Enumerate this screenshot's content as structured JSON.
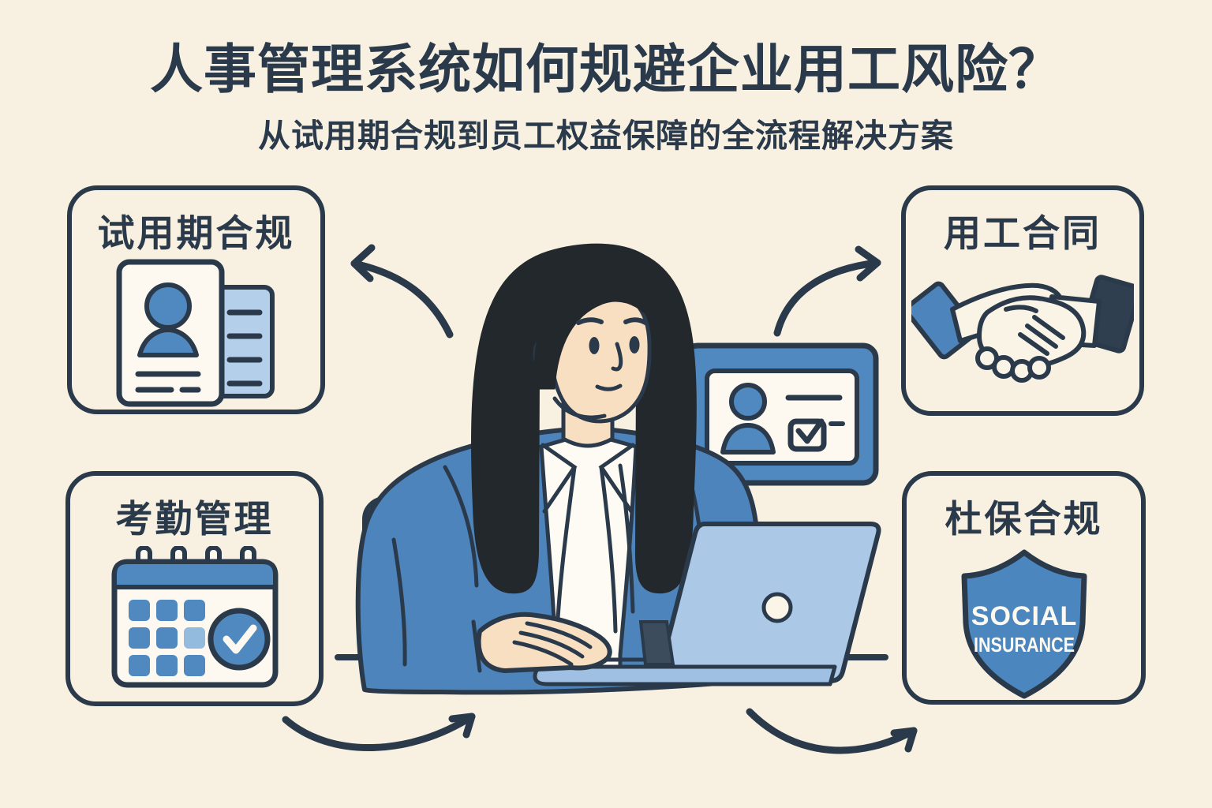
{
  "page": {
    "title": "人事管理系统如何规避企业用工风险？",
    "subtitle": "从试用期合规到员工权益保障的全流程解决方案"
  },
  "modules": {
    "probation": {
      "label": "试用期合规",
      "icon": "resume-card-icon"
    },
    "contract": {
      "label": "用工合同",
      "icon": "handshake-icon"
    },
    "attendance": {
      "label": "考勤管理",
      "icon": "calendar-check-icon"
    },
    "social_insurance": {
      "label": "杜保合规",
      "icon": "social-insurance-shield-icon",
      "shield_line1": "SOCIAL",
      "shield_line2": "INSURANCE"
    }
  },
  "illustration": {
    "scene": "hr-woman-working-on-laptop",
    "elements": [
      "office-chair",
      "desk",
      "laptop",
      "employee-id-card-with-check",
      "curved-arrows"
    ]
  },
  "colors": {
    "background": "#f8f1e2",
    "ink": "#2a3a4b",
    "blue_primary": "#4d84bc",
    "blue_icon": "#5089c0",
    "blue_light": "#abc8e7",
    "blue_pale": "#93bbde",
    "skin": "#f8dfc2",
    "hair": "#23282c",
    "chair": "#4d5d6e",
    "card_white": "#fdf9f0"
  }
}
